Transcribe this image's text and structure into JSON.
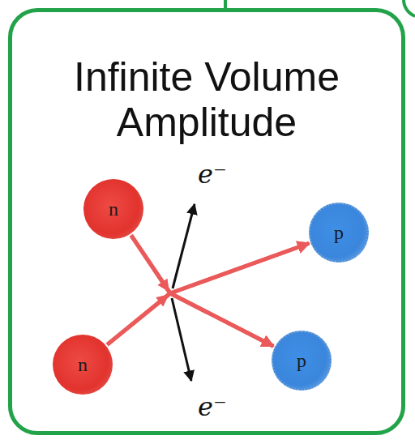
{
  "diagram": {
    "nodes": [
      {
        "text": [
          "Infinite Volume Amplitude"
        ]
      },
      {
        "text": [
          "n"
        ],
        "in": 0
      },
      {
        "text": [
          "p"
        ],
        "in": 0
      },
      {
        "text": [
          "n"
        ],
        "in": 0
      },
      {
        "text": [
          "p"
        ],
        "in": 0
      }
    ],
    "edges": [
      {
        "from": 1,
        "to": 2,
        "arrow": "to"
      },
      {
        "from": 1,
        "to": 4,
        "arrow": "to"
      },
      {
        "from": 3,
        "to": 2,
        "arrow": "to"
      },
      {
        "from": 3,
        "to": 4,
        "arrow": "to"
      }
    ],
    "labels": [
      "e⁻",
      "e⁻"
    ]
  }
}
